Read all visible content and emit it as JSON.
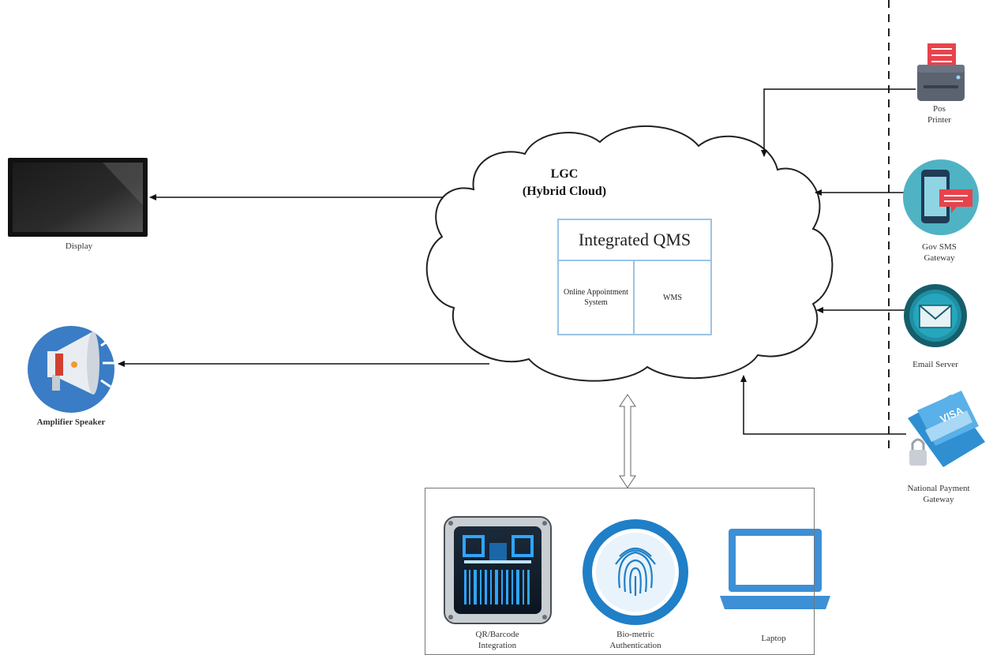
{
  "cloud": {
    "title_line1": "LGC",
    "title_line2": "(Hybrid Cloud)"
  },
  "qms": {
    "title": "Integrated QMS",
    "left_module": "Online Appointment System",
    "right_module": "WMS"
  },
  "outputs": {
    "display_label": "Display",
    "speaker_label": "Amplifier Speaker"
  },
  "external_services": {
    "printer_label_line1": "Pos",
    "printer_label_line2": "Printer",
    "sms_label_line1": "Gov SMS",
    "sms_label_line2": "Gateway",
    "email_label": "Email Server",
    "payment_label_line1": "National Payment",
    "payment_label_line2": "Gateway",
    "payment_card_text": "VISA"
  },
  "devices": {
    "qr_label_line1": "QR/Barcode",
    "qr_label_line2": "Integration",
    "bio_label_line1": "Bio-metric",
    "bio_label_line2": "Authentication",
    "laptop_label": "Laptop"
  },
  "colors": {
    "qms_border": "#9cc3e6",
    "icon_blue": "#2f8fd0",
    "icon_teal": "#4fb3c4",
    "printer_red": "#e8434c"
  }
}
